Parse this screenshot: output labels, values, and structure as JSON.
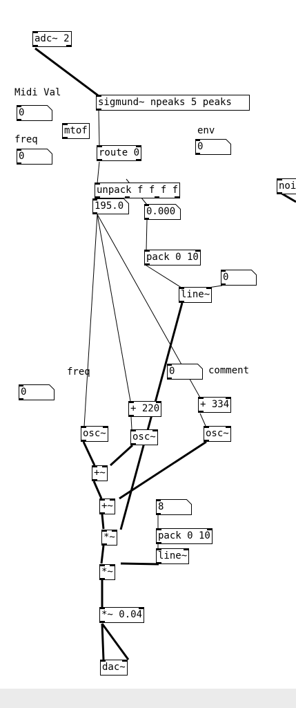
{
  "objects": {
    "adc": "adc~ 2",
    "sigmund": "sigmund~ npeaks 5 peaks",
    "mtof": "mtof",
    "route": "route 0",
    "unpack": "unpack f f f f",
    "pack_env": "pack 0 10",
    "line_env": "line~",
    "add220": "+ 220",
    "add334": "+ 334",
    "osc1": "osc~",
    "osc2": "osc~",
    "osc3": "osc~",
    "sum1": "+~",
    "sum2": "+~",
    "mul1": "*~",
    "mul2": "*~",
    "pack_gain": "pack 0 10",
    "line_gain": "line~",
    "mul_out": "*~ 0.04",
    "dac": "dac~",
    "noise_partial": "noi"
  },
  "numbers": {
    "midi_val": "0",
    "freq_top": "0",
    "env": "0",
    "pitch": "195.0",
    "amp": "0.000",
    "line_target": "0",
    "comment_box": "0",
    "freq_lower": "0",
    "gain": "8"
  },
  "comments": {
    "midi_val": "Midi Val",
    "freq_top": "freq",
    "env": "env",
    "freq_lower": "freq",
    "comment": "comment"
  }
}
